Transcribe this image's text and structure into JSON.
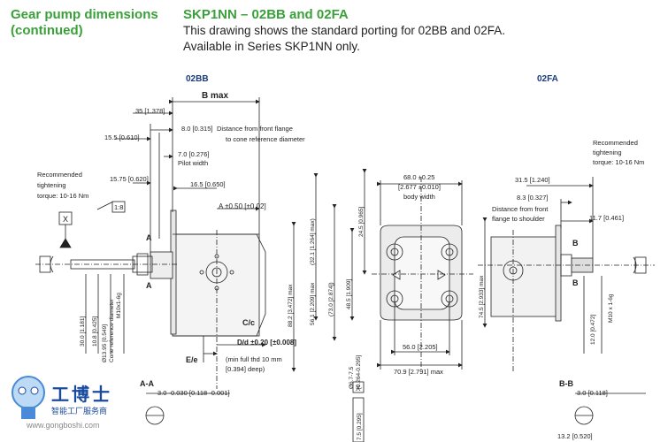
{
  "header": {
    "section_title_1": "Gear pump dimensions",
    "section_title_2": "(continued)",
    "subtitle": "SKP1NN – 02BB and 02FA",
    "desc_1": "This drawing shows the standard porting for 02BB and 02FA.",
    "desc_2": "Available in Series SKP1NN only."
  },
  "variants": {
    "left": "02BB",
    "right": "02FA"
  },
  "dims": {
    "b_max": "B max",
    "d35": "35 [1.378]",
    "d8": "8.0 [0.315]",
    "d8_note1": "Distance from front flange",
    "d8_note2": "to cone reference diameter",
    "d15_5": "15.5 [0.610]",
    "d7": "7.0 [0.276]",
    "d7_note": "Pilot width",
    "d15_75": "15.75 [0.620]",
    "d16_5": "16.5 [0.650]",
    "rec_left1": "Recommended",
    "rec_left2": "tightening",
    "rec_left3": "torque: 10-16 Nm",
    "box_x": "X",
    "taper": "1:8",
    "a_tol": "A ±0.50 [±0.02]",
    "a_label": "A",
    "cc": "C/c",
    "dd": "D/d ±0.20 [±0.008]",
    "ee": "E/e",
    "min_thd": "(min full thd 10 mm",
    "deep": "[0.394] deep)",
    "v30": "30.0 [1.181]",
    "v10_8": "10.8 [0.425]",
    "v13_95": "Ø13.95 [0.549]",
    "cone_ref": "Cone reference diameter",
    "m10": "M10x1-6g",
    "d68": "68.0 ±0.25",
    "d68b": "[2.677 ±0.010]",
    "body_width": "body width",
    "v32_1": "(32.1 [1.264] max)",
    "v24_5": "24.5 [0.965]",
    "v88_2": "88.2 [3.472] max",
    "v56_1": "56.1 [2.209] max",
    "v73": "(73.0 [2.874])",
    "v48_5": "48.5 [1.909]",
    "v74_5": "74.5 [2.933] max",
    "d56": "56.0 [2.205]",
    "d70_9": "70.9 [2.791] max",
    "v6_7": "Ø6.7-7.5",
    "v6_7b": "[0.264-0.295]",
    "rec_right1": "Recommended",
    "rec_right2": "tightening",
    "rec_right3": "torque: 10-16 Nm",
    "d31_5": "31.5 [1.240]",
    "d8_3": "8.3 [0.327]",
    "d8_3_note1": "Distance from front",
    "d8_3_note2": "flange to shoulder",
    "d11_7": "11.7 [0.461]",
    "b_label": "B",
    "v12": "12.0 [0.472]",
    "m10_r": "M10 x 1-6g",
    "sec_aa": "A-A",
    "sec_bb": "B-B",
    "d3_l": "3.0 -0.030 [0.118 -0.001]",
    "d3_r": "3.0 [0.118]",
    "d13_2": "13.2 [0.520]",
    "v7_5": "7.5 [0.295]"
  },
  "watermark": {
    "brand": "工博士",
    "sub": "智能工厂服务商",
    "url": "www.gongboshi.com"
  }
}
